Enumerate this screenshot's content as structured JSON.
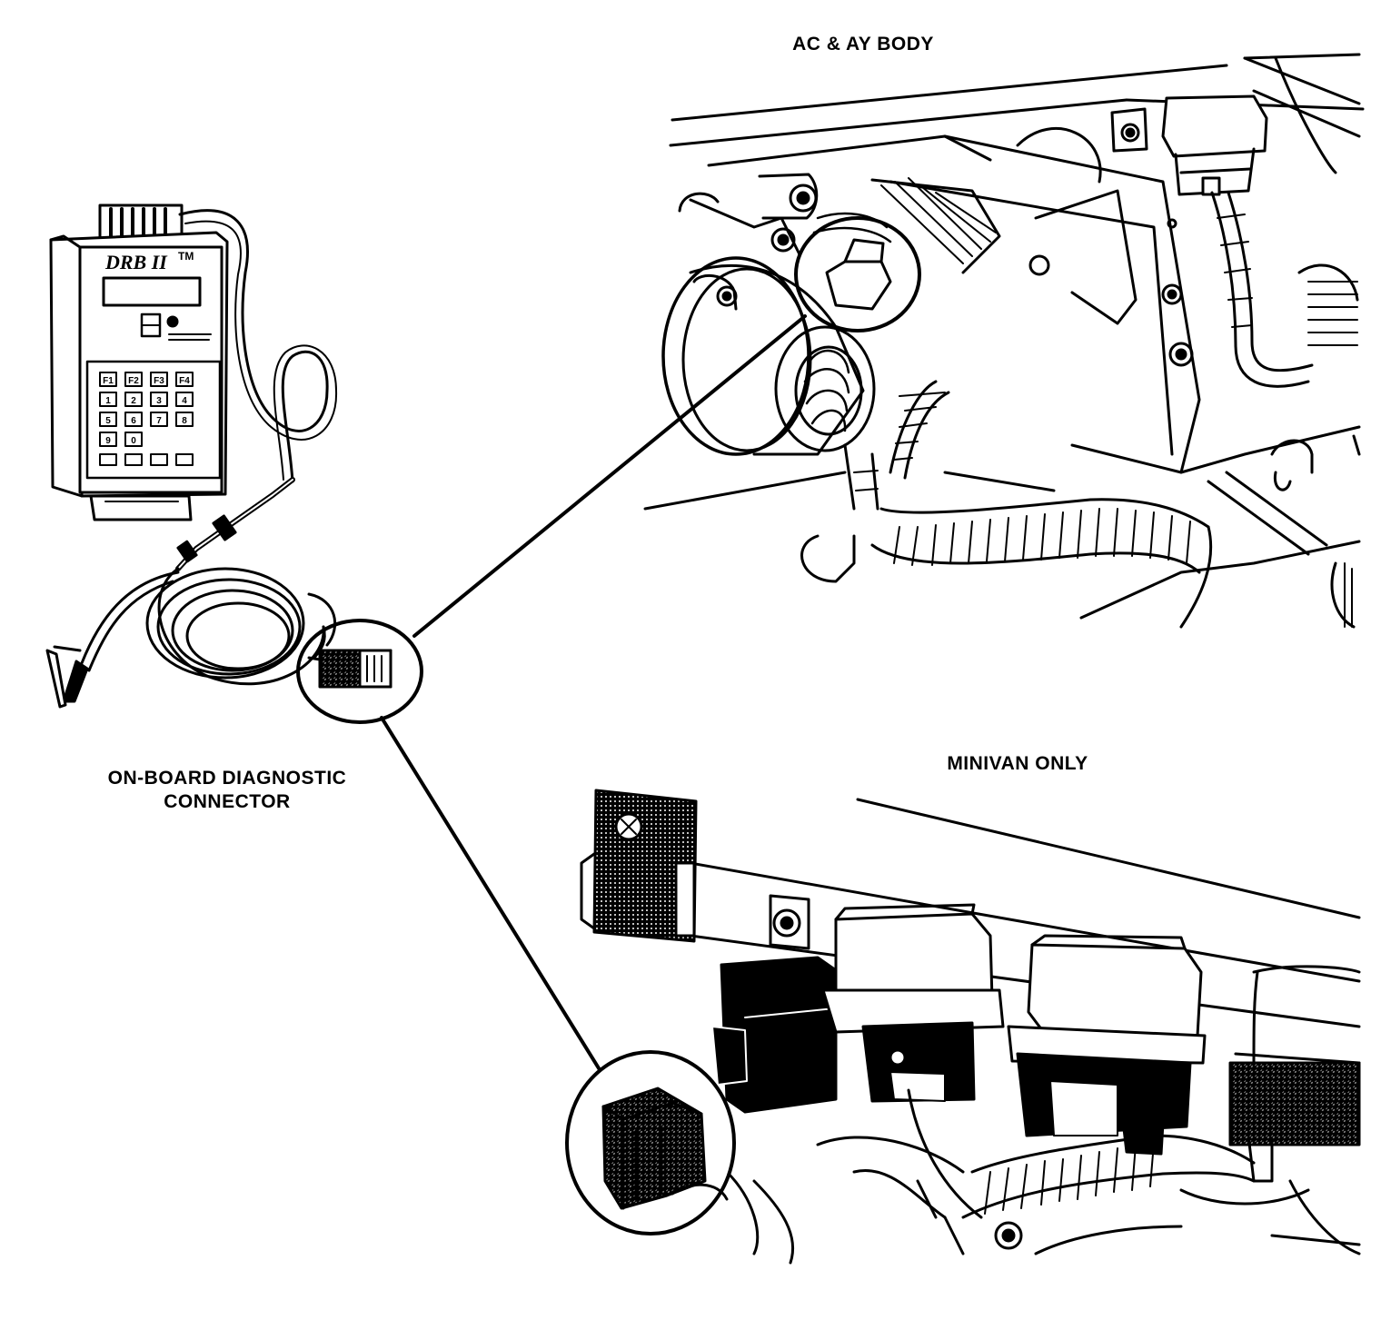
{
  "labels": {
    "ac_ay_body": "AC & AY BODY",
    "minivan_only": "MINIVAN ONLY",
    "obd_connector_line1": "ON-BOARD DIAGNOSTIC",
    "obd_connector_line2": "CONNECTOR"
  },
  "scan_tool": {
    "brand": "DRB II",
    "trademark": "TM",
    "keypad": [
      "F1",
      "F2",
      "F3",
      "F4",
      "1",
      "2",
      "3",
      "4",
      "5",
      "6",
      "7",
      "8",
      "9",
      "0"
    ]
  },
  "colors": {
    "ink": "#000000",
    "paper": "#ffffff"
  }
}
